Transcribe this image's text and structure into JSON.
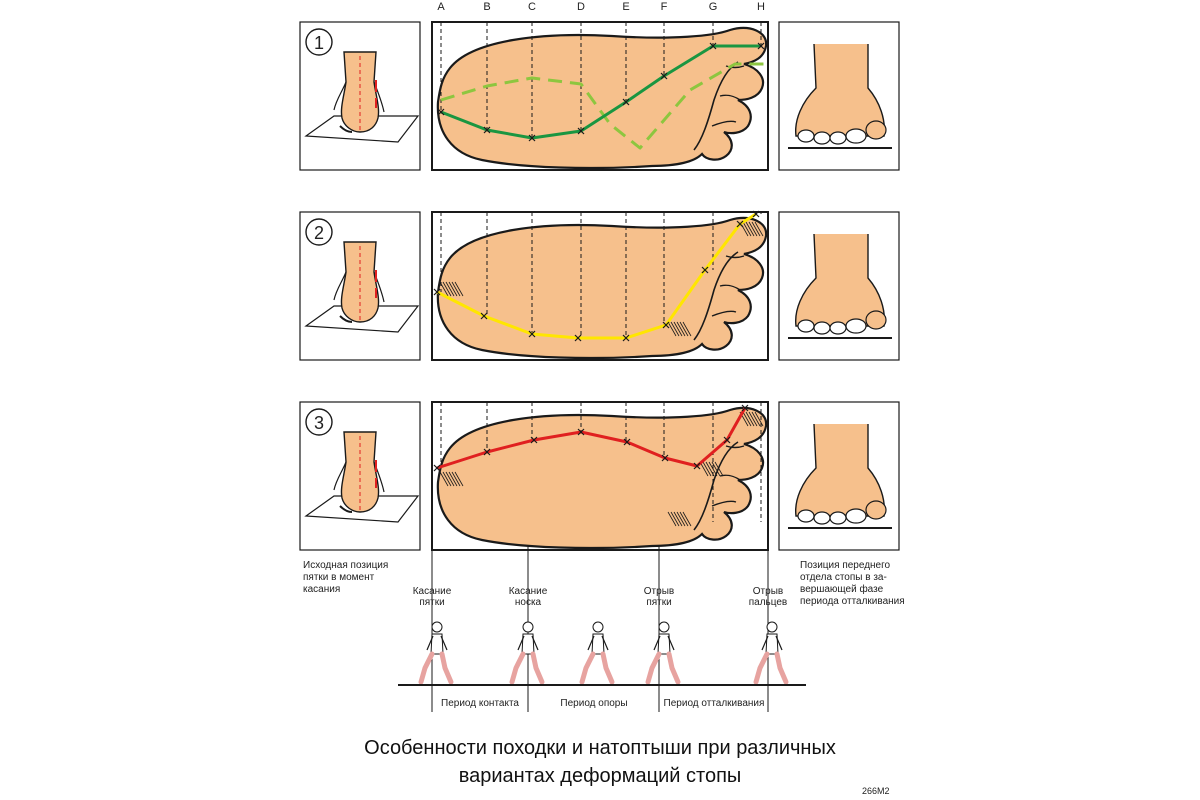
{
  "columns": [
    "A",
    "B",
    "C",
    "D",
    "E",
    "F",
    "G",
    "H"
  ],
  "panels": [
    {
      "number": "1",
      "line_color": "#1a9641",
      "alt_line_color": "#8dc63f"
    },
    {
      "number": "2",
      "line_color": "#ffe600"
    },
    {
      "number": "3",
      "line_color": "#e02020"
    }
  ],
  "notes": {
    "left": [
      "Исходная позиция",
      "пятки в момент",
      "касания"
    ],
    "right": [
      "Позиция переднего",
      "отдела стопы в за-",
      "вершающей фазе",
      "периода отталкивания"
    ]
  },
  "phase_labels": [
    {
      "lines": [
        "Касание",
        "пятки"
      ]
    },
    {
      "lines": [
        "Касание",
        "носка"
      ]
    },
    {
      "lines": [
        "Отрыв",
        "пятки"
      ]
    },
    {
      "lines": [
        "Отрыв",
        "пальцев"
      ]
    }
  ],
  "periods": [
    "Период контакта",
    "Период опоры",
    "Период отталкивания"
  ],
  "title": [
    "Особенности походки и натоптыши при различных",
    "вариантах деформаций стопы"
  ],
  "code": "266M2",
  "colors": {
    "skin": "#f6c08c",
    "skin_dark": "#e8a46a",
    "leg": "#e7a3a0",
    "outline": "#1a1a1a"
  }
}
